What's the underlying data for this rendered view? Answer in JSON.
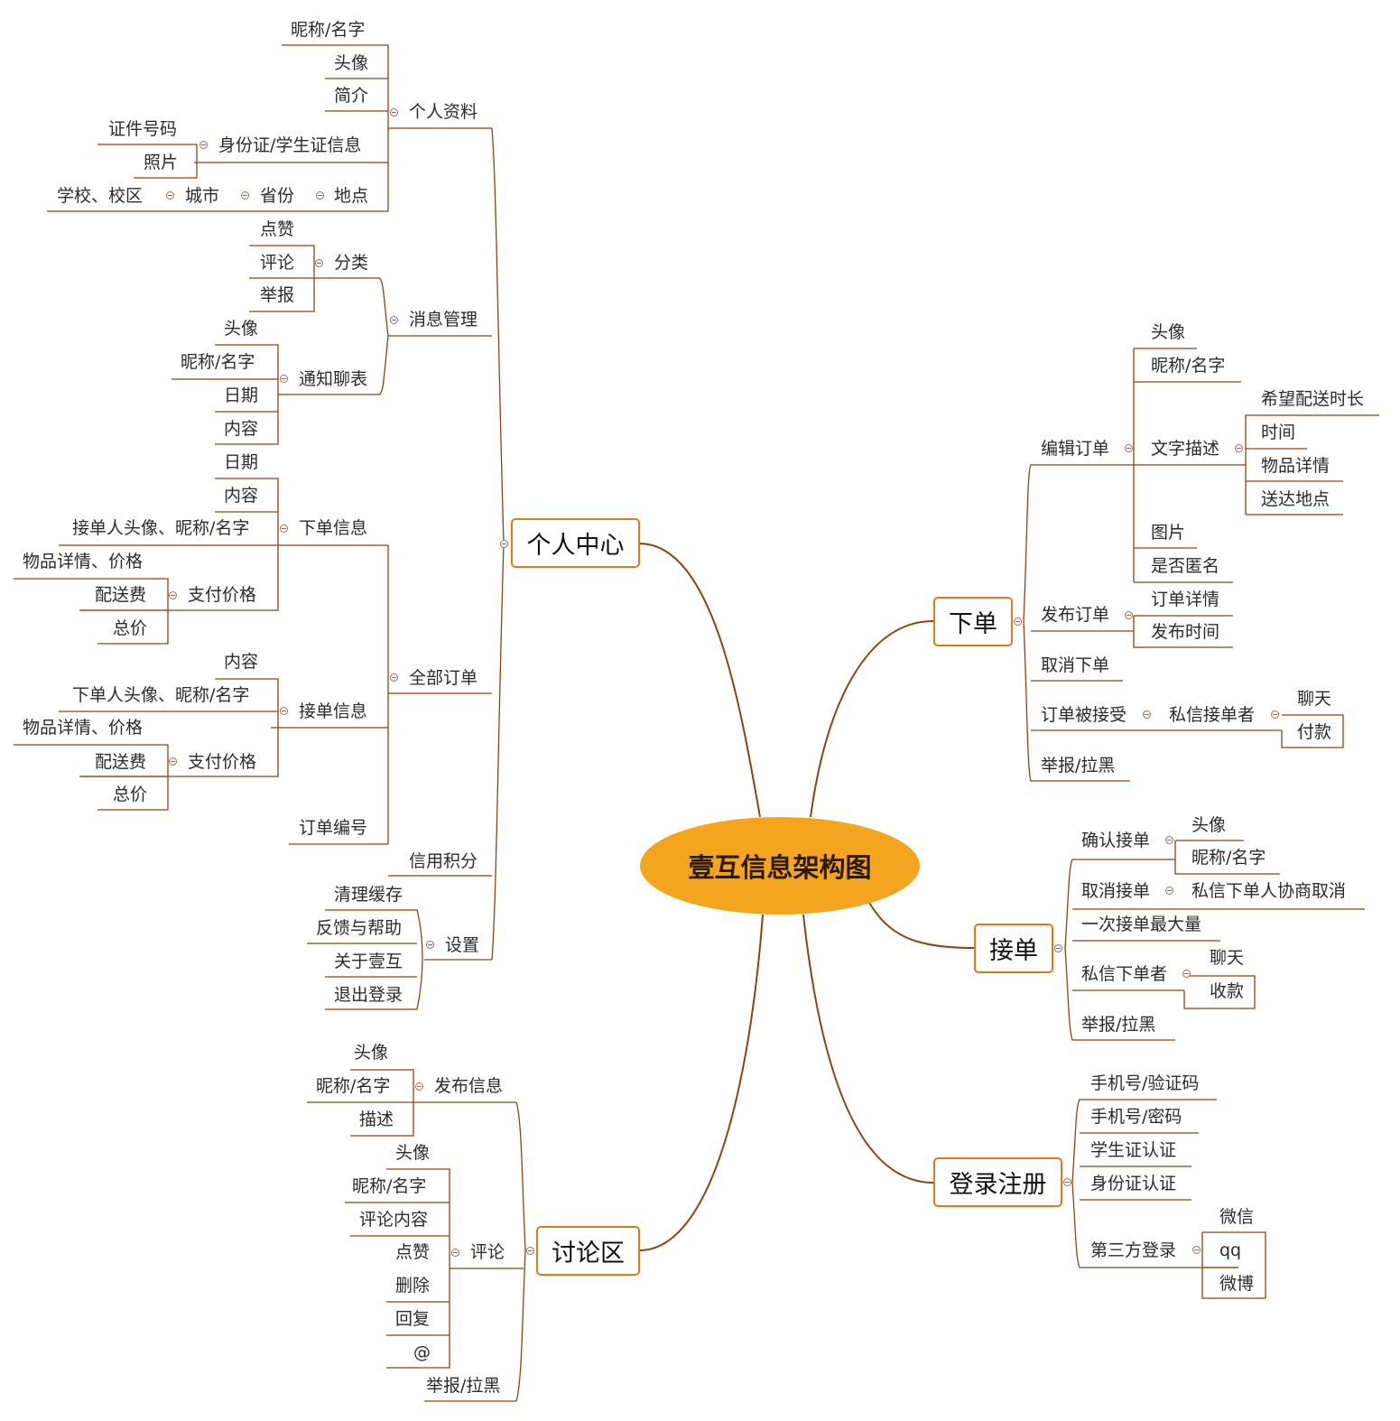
{
  "root": {
    "label": "壹互信息架构图",
    "color": "#f3a51f"
  },
  "colors": {
    "line": "#8b4513",
    "topic_border": "#e07a18"
  },
  "personal_center": {
    "label": "个人中心",
    "profile": {
      "label": "个人资料",
      "items": [
        "昵称/名字",
        "头像",
        "简介"
      ],
      "id_info": {
        "label": "身份证/学生证信息",
        "items": [
          "证件号码",
          "照片"
        ]
      },
      "location": {
        "label": "地点",
        "province": "省份",
        "city": "城市",
        "school": "学校、校区"
      }
    },
    "messages": {
      "label": "消息管理",
      "category": {
        "label": "分类",
        "items": [
          "点赞",
          "评论",
          "举报"
        ]
      },
      "chat": {
        "label": "通知聊表",
        "items": [
          "头像",
          "昵称/名字",
          "日期",
          "内容"
        ]
      }
    },
    "orders": {
      "label": "全部订单",
      "placed": {
        "label": "下单信息",
        "items": [
          "日期",
          "内容",
          "接单人头像、昵称/名字"
        ],
        "pay": {
          "label": "支付价格",
          "items": [
            "物品详情、价格",
            "配送费",
            "总价"
          ]
        }
      },
      "taken": {
        "label": "接单信息",
        "items": [
          "内容",
          "下单人头像、昵称/名字"
        ],
        "pay": {
          "label": "支付价格",
          "items": [
            "物品详情、价格",
            "配送费",
            "总价"
          ]
        }
      },
      "number": "订单编号"
    },
    "credit": "信用积分",
    "settings": {
      "label": "设置",
      "items": [
        "清理缓存",
        "反馈与帮助",
        "关于壹互",
        "退出登录"
      ]
    }
  },
  "discussion": {
    "label": "讨论区",
    "post": {
      "label": "发布信息",
      "items": [
        "头像",
        "昵称/名字",
        "描述"
      ]
    },
    "comment": {
      "label": "评论",
      "items": [
        "头像",
        "昵称/名字",
        "评论内容",
        "点赞",
        "删除",
        "回复",
        "@"
      ]
    },
    "report": "举报/拉黑"
  },
  "place_order": {
    "label": "下单",
    "edit": {
      "label": "编辑订单",
      "items": [
        "头像",
        "昵称/名字",
        "图片",
        "是否匿名"
      ],
      "text": {
        "label": "文字描述",
        "items": [
          "希望配送时长",
          "时间",
          "物品详情",
          "送达地点"
        ]
      }
    },
    "publish": {
      "label": "发布订单",
      "items": [
        "订单详情",
        "发布时间"
      ]
    },
    "cancel": "取消下单",
    "accepted": {
      "label": "订单被接受",
      "dm": {
        "label": "私信接单者",
        "items": [
          "聊天",
          "付款"
        ]
      }
    },
    "report": "举报/拉黑"
  },
  "take_order": {
    "label": "接单",
    "confirm": {
      "label": "确认接单",
      "items": [
        "头像",
        "昵称/名字"
      ]
    },
    "cancel": {
      "label": "取消接单",
      "item": "私信下单人协商取消"
    },
    "max": "一次接单最大量",
    "dm": {
      "label": "私信下单者",
      "items": [
        "聊天",
        "收款"
      ]
    },
    "report": "举报/拉黑"
  },
  "login": {
    "label": "登录注册",
    "items": [
      "手机号/验证码",
      "手机号/密码",
      "学生证认证",
      "身份证认证"
    ],
    "third": {
      "label": "第三方登录",
      "items": [
        "微信",
        "qq",
        "微博"
      ]
    }
  }
}
